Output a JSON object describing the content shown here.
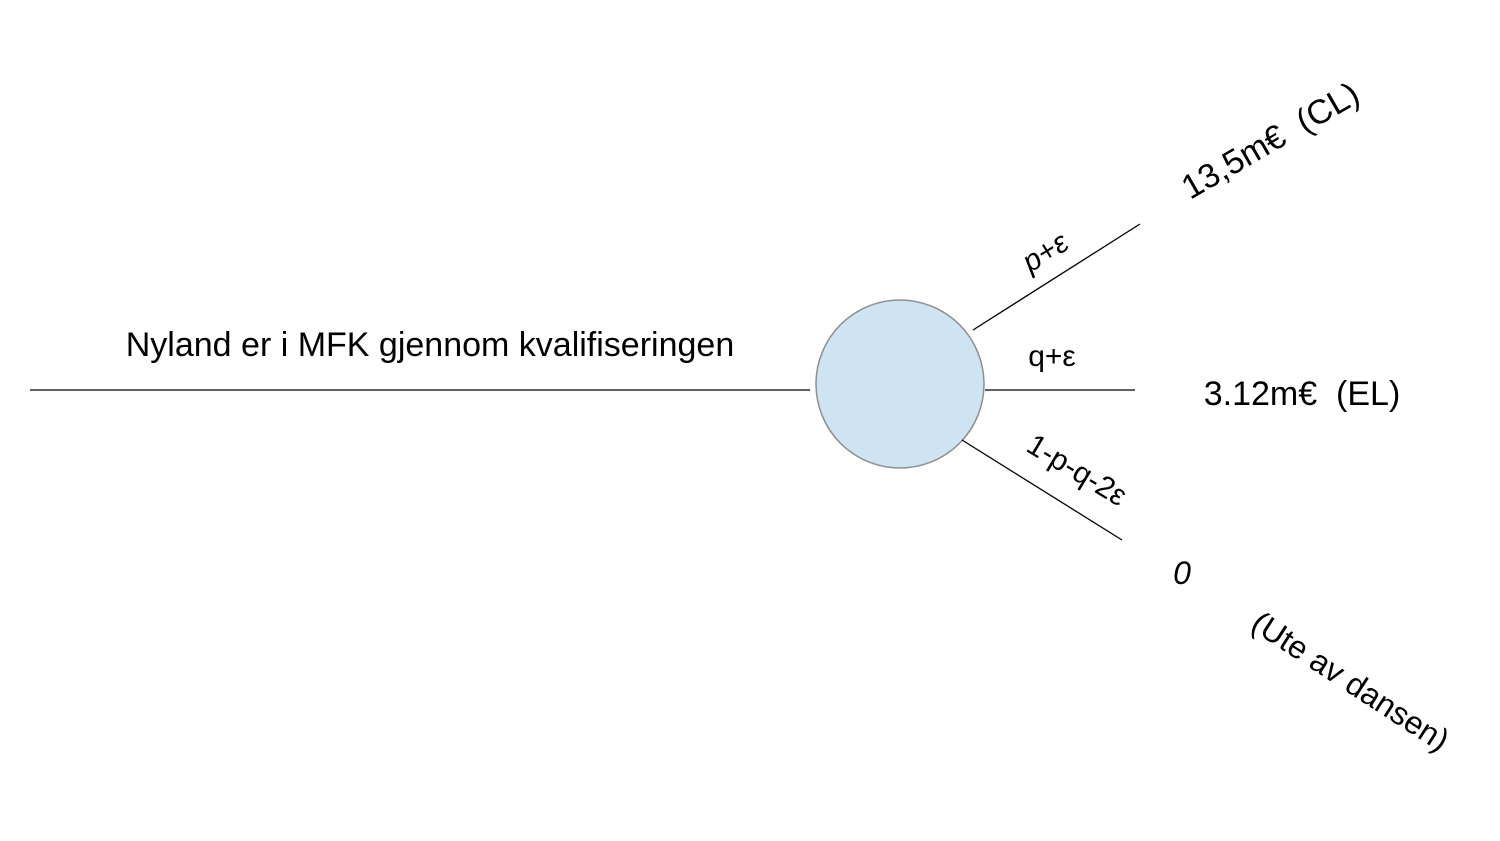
{
  "diagram": {
    "root_label": "Nyland er i MFK gjennom kvalifiseringen",
    "chance_node_color": "#cfe4f3",
    "branches": [
      {
        "probability": "p+ε",
        "outcome": "13,5m€  (CL)"
      },
      {
        "probability": "q+ε",
        "outcome": "3.12m€  (EL)"
      },
      {
        "probability": "1-p-q-2ε",
        "outcome": "0",
        "outcome_note": "(Ute av dansen)"
      }
    ]
  }
}
